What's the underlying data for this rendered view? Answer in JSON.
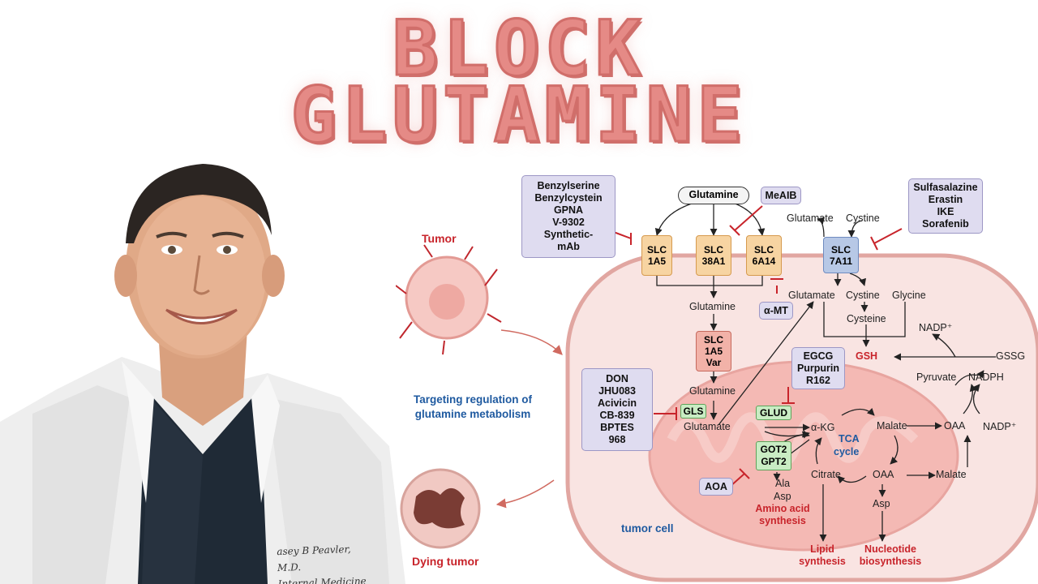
{
  "title": {
    "line1": "BLOCK",
    "line2": "GLUTAMINE"
  },
  "signature": {
    "name": "asey B Peavler, M.D.",
    "role": "Internal Medicine"
  },
  "diagram": {
    "tumor_label": "Tumor",
    "targeting_label": "Targeting regulation of glutamine metabolism",
    "dying_tumor_label": "Dying tumor",
    "tumor_cell_label": "tumor cell",
    "inhibitor_box_1": [
      "Benzylserine",
      "Benzylcystein",
      "GPNA",
      "V-9302",
      "Synthetic-",
      "mAb"
    ],
    "inhibitor_box_2": [
      "JHU083",
      "DON",
      "Acivicin",
      "CB-839",
      "BPTES",
      "968"
    ],
    "inhibitor_box_3": [
      "Sulfasalazine",
      "Erastin",
      "IKE",
      "Sorafenib"
    ],
    "inhibitor_box_4": [
      "EGCG",
      "Purpurin",
      "R162"
    ],
    "meaib": "MeAIB",
    "amt": "α-MT",
    "aoa": "AOA",
    "glutamine_pill": "Glutamine",
    "transporters": {
      "slc1a5": [
        "SLC",
        "1A5"
      ],
      "slc38a1": [
        "SLC",
        "38A1"
      ],
      "slc6a14": [
        "SLC",
        "6A14"
      ],
      "slc7a11": [
        "SLC",
        "7A11"
      ],
      "slc1a5var": [
        "SLC",
        "1A5",
        "Var"
      ]
    },
    "enzymes": {
      "gls": "GLS",
      "glud": "GLUD",
      "got2": "GOT2",
      "gpt2": "GPT2"
    },
    "metabolites": {
      "glutamate_out": "Glutamate",
      "cystine_out": "Cystine",
      "glutamine_1": "Glutamine",
      "glutamine_2": "Glutamine",
      "glutamate_in": "Glutamate",
      "glutamate_2": "Glutamate",
      "cystine_in": "Cystine",
      "glycine": "Glycine",
      "cysteine": "Cysteine",
      "gsh": "GSH",
      "nadp_plus_top": "NADP⁺",
      "gssg": "GSSG",
      "pyruvate": "Pyruvate",
      "nadph": "NADPH",
      "akg": "α-KG",
      "malate_1": "Malate",
      "oaa_1": "OAA",
      "nadp_plus_right": "NADP⁺",
      "tca": "TCA",
      "cycle": "cycle",
      "citrate": "Citrate",
      "oaa_2": "OAA",
      "malate_2": "Malate",
      "ala": "Ala",
      "asp_1": "Asp",
      "asp_2": "Asp",
      "amino_acid_synthesis": "Amino acid synthesis",
      "lipid_synthesis": "Lipid synthesis",
      "nucleotide_biosynthesis": "Nucleotide biosynthesis"
    }
  },
  "colors": {
    "title": "#e58a86",
    "inhibitor_box": "#dfdcf0",
    "cell_fill": "#f9e4e2",
    "mito_fill": "#f4b9b4",
    "red_text": "#c8242b",
    "blue_text": "#1f5aa0"
  }
}
